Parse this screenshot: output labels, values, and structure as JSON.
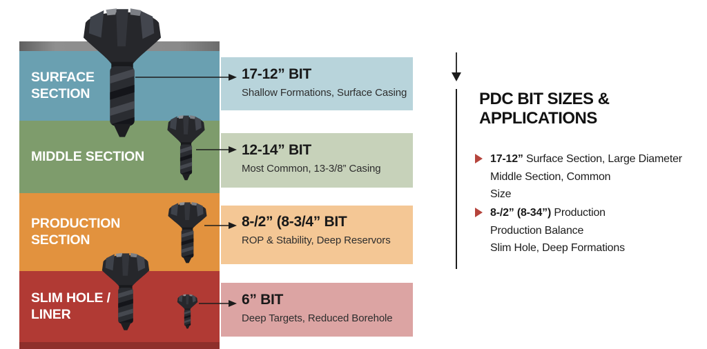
{
  "panel": {
    "sections": [
      {
        "id": "surface",
        "label": "SURFACE\nSECTION",
        "color": "#6AA0B1",
        "text_color": "#ffffff"
      },
      {
        "id": "middle",
        "label": "MIDDLE SECTION",
        "color": "#7E9C6C",
        "text_color": "#ffffff"
      },
      {
        "id": "production",
        "label": "PRODUCTION\nSECTION",
        "color": "#E2923E",
        "text_color": "#ffffff"
      },
      {
        "id": "slim-hole",
        "label": "SLIM HOLE /\nLINER",
        "color": "#B13A34",
        "text_color": "#ffffff"
      }
    ],
    "slab_edge_color": "#8A8A8A",
    "base_edge_color": "#8E2F2B"
  },
  "callouts": [
    {
      "title": "17-12” BIT",
      "subtitle": "Shallow Formations, Surface Casing",
      "color": "#B8D4DB"
    },
    {
      "title": "12-14” BIT",
      "subtitle": "Most Common, 13-3/8” Casing",
      "color": "#C7D2BA"
    },
    {
      "title": "8-/2” (8-3/4” BIT",
      "subtitle": "ROP & Stability, Deep Reservors",
      "color": "#F4C795"
    },
    {
      "title": "6” BIT",
      "subtitle": "Deep Targets, Reduced Borehole",
      "color": "#DCA4A3"
    }
  ],
  "sidebar": {
    "title": "PDC BIT SIZES &\nAPPLICATIONS",
    "bullets": [
      {
        "lead": "17-12”",
        "text": " Surface Section, Large Diameter\nMiddle Section, Common\nSize"
      },
      {
        "lead": "8-/2” (8-34”)",
        "text": " Production\nProduction Balance\nSlim Hole, Deep Formations"
      }
    ],
    "bullet_color": "#B5443C",
    "rule_color": "#1C1C1C"
  },
  "icons": {
    "drill_bit": "drill-bit-icon",
    "connector": "connector-arrow-icon",
    "down_arrow": "down-arrow-icon"
  },
  "colors": {
    "arrow": "#1C1C1C",
    "background": "#FFFFFF",
    "bit_body": "#26272B"
  }
}
